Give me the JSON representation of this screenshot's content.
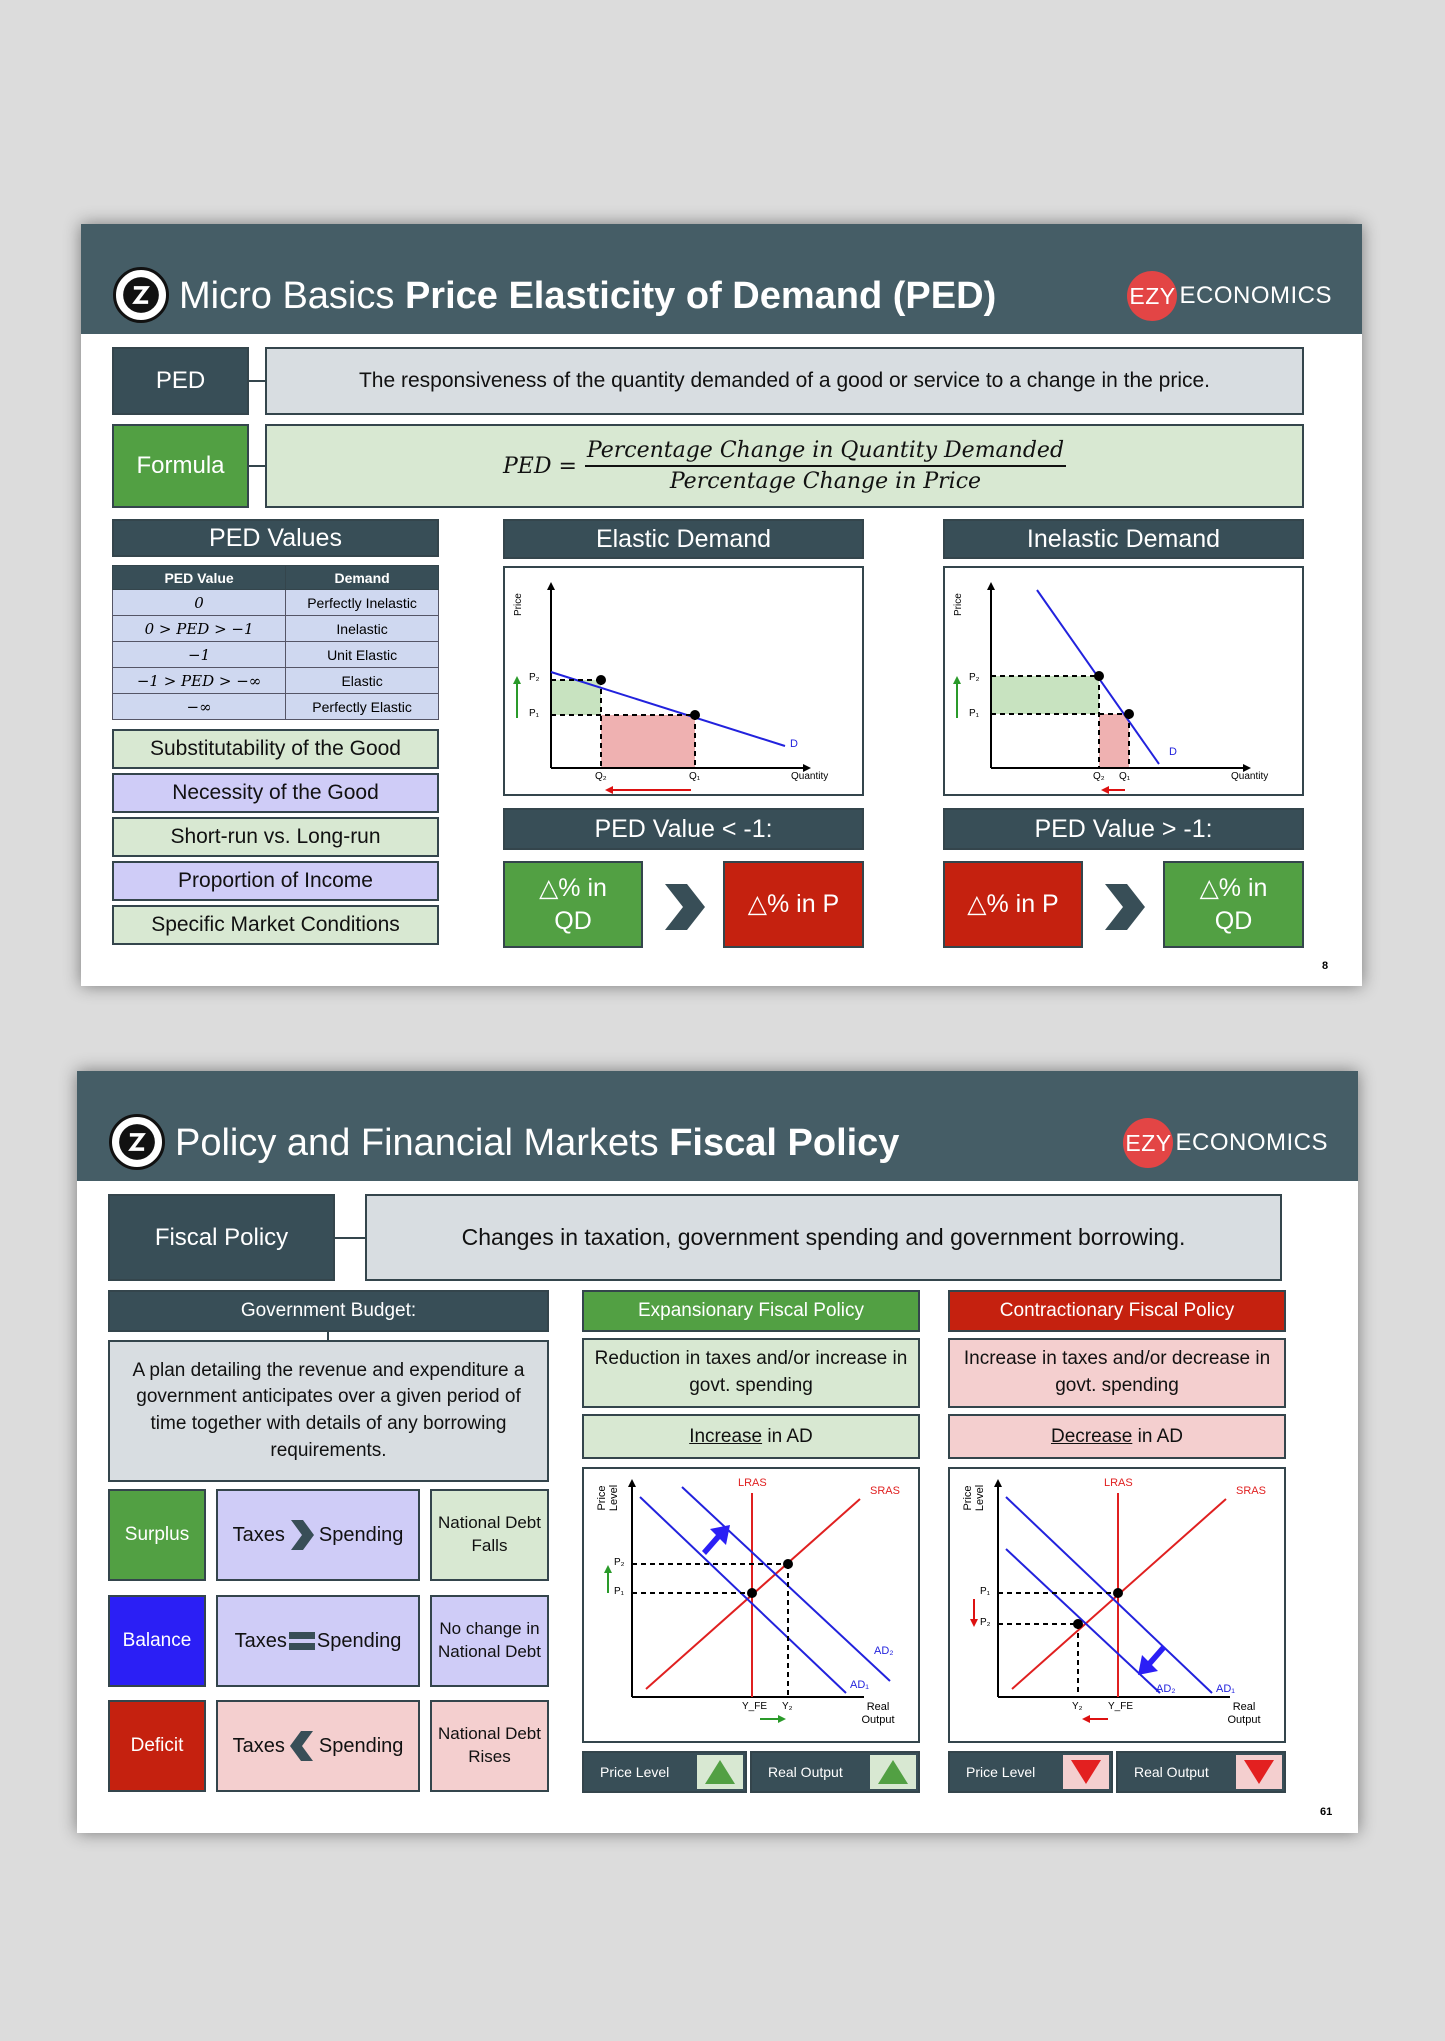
{
  "slide1": {
    "title_prefix": "Micro Basics",
    "title_main": "Price Elasticity of Demand (PED)",
    "brand_mark": "EZY",
    "brand_name": "ECONOMICS",
    "ped_label": "PED",
    "ped_definition": "The responsiveness of the quantity demanded of a good or service to a change in the price.",
    "formula_label": "Formula",
    "formula_lhs": "PED =",
    "formula_numerator": "Percentage Change in Quantity Demanded",
    "formula_denominator": "Percentage Change in Price",
    "ped_values_title": "PED Values",
    "table_headers": [
      "PED Value",
      "Demand"
    ],
    "table_rows": [
      [
        "0",
        "Perfectly Inelastic"
      ],
      [
        "0 > PED > −1",
        "Inelastic"
      ],
      [
        "−1",
        "Unit Elastic"
      ],
      [
        "−1 > PED > −∞",
        "Elastic"
      ],
      [
        "−∞",
        "Perfectly Elastic"
      ]
    ],
    "factors": [
      "Substitutability of the Good",
      "Necessity of the Good",
      "Short-run vs. Long-run",
      "Proportion of Income",
      "Specific Market Conditions"
    ],
    "elastic_title": "Elastic Demand",
    "inelastic_title": "Inelastic Demand",
    "graph_labels": {
      "price": "Price",
      "quantity": "Quantity",
      "p1": "P₁",
      "p2": "P₂",
      "q1": "Q₁",
      "q2": "Q₂",
      "d": "D"
    },
    "elastic_value": "PED Value < -1:",
    "inelastic_value": "PED Value > -1:",
    "elastic_left": "△% in QD",
    "elastic_right": "△% in P",
    "inelastic_left": "△% in P",
    "inelastic_right": "△% in QD",
    "page": "8"
  },
  "slide2": {
    "title_prefix": "Policy and Financial Markets",
    "title_main": "Fiscal Policy",
    "brand_mark": "EZY",
    "brand_name": "ECONOMICS",
    "fp_label": "Fiscal Policy",
    "fp_definition": "Changes in taxation, government spending and government borrowing.",
    "budget_title": "Government Budget:",
    "budget_text": "A plan detailing the revenue and expenditure a government anticipates over a given period of time together with details of any borrowing requirements.",
    "rows": [
      {
        "label": "Surplus",
        "taxes": "Taxes",
        "spending": "Spending",
        "result": "National Debt Falls",
        "color": "#52a043"
      },
      {
        "label": "Balance",
        "taxes": "Taxes",
        "spending": "Spending",
        "result": "No change in National Debt",
        "color": "#2b1ff5"
      },
      {
        "label": "Deficit",
        "taxes": "Taxes",
        "spending": "Spending",
        "result": "National Debt Rises",
        "color": "#c5210f"
      }
    ],
    "expansionary_title": "Expansionary Fiscal Policy",
    "expansionary_text": "Reduction in taxes and/or increase in govt. spending",
    "expansionary_effect_word": "Increase",
    "expansionary_effect_rest": " in AD",
    "contractionary_title": "Contractionary Fiscal Policy",
    "contractionary_text": "Increase in taxes and/or decrease in govt. spending",
    "contractionary_effect_word": "Decrease",
    "contractionary_effect_rest": " in AD",
    "graph_labels": {
      "price_level": "Price Level",
      "lras": "LRAS",
      "sras": "SRAS",
      "ad1": "AD₁",
      "ad2": "AD₂",
      "p1": "P₁",
      "p2": "P₂",
      "yfe": "Y_FE",
      "y2": "Y₂",
      "real_output": "Real Output"
    },
    "footer_price_level": "Price Level",
    "footer_real_output": "Real Output",
    "page": "61"
  }
}
